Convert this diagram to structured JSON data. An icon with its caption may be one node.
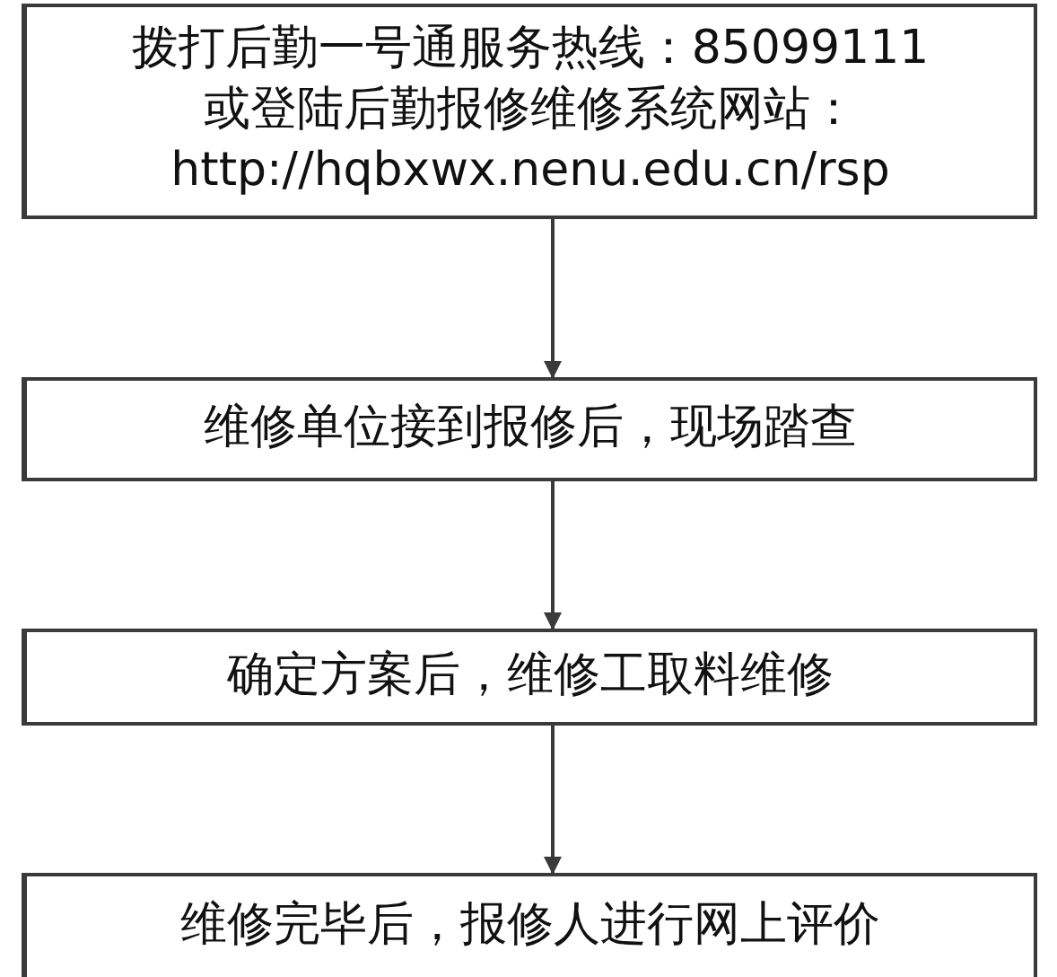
{
  "diagram": {
    "nodes": [
      {
        "text": [
          "拨打后勤一号通服务热线：85099111",
          "或登陆后勤报修维修系统网站：",
          "http://hqbxwx.nenu.edu.cn/rsp"
        ]
      },
      {
        "text": [
          "维修单位接到报修后，现场踏查"
        ]
      },
      {
        "text": [
          "确定方案后，维修工取料维修"
        ]
      },
      {
        "text": [
          "维修完毕后，报修人进行网上评价"
        ]
      }
    ],
    "edges": [
      {
        "from": 0,
        "to": 1,
        "arrow": "to"
      },
      {
        "from": 1,
        "to": 2,
        "arrow": "to"
      },
      {
        "from": 2,
        "to": 3,
        "arrow": "to"
      }
    ]
  }
}
